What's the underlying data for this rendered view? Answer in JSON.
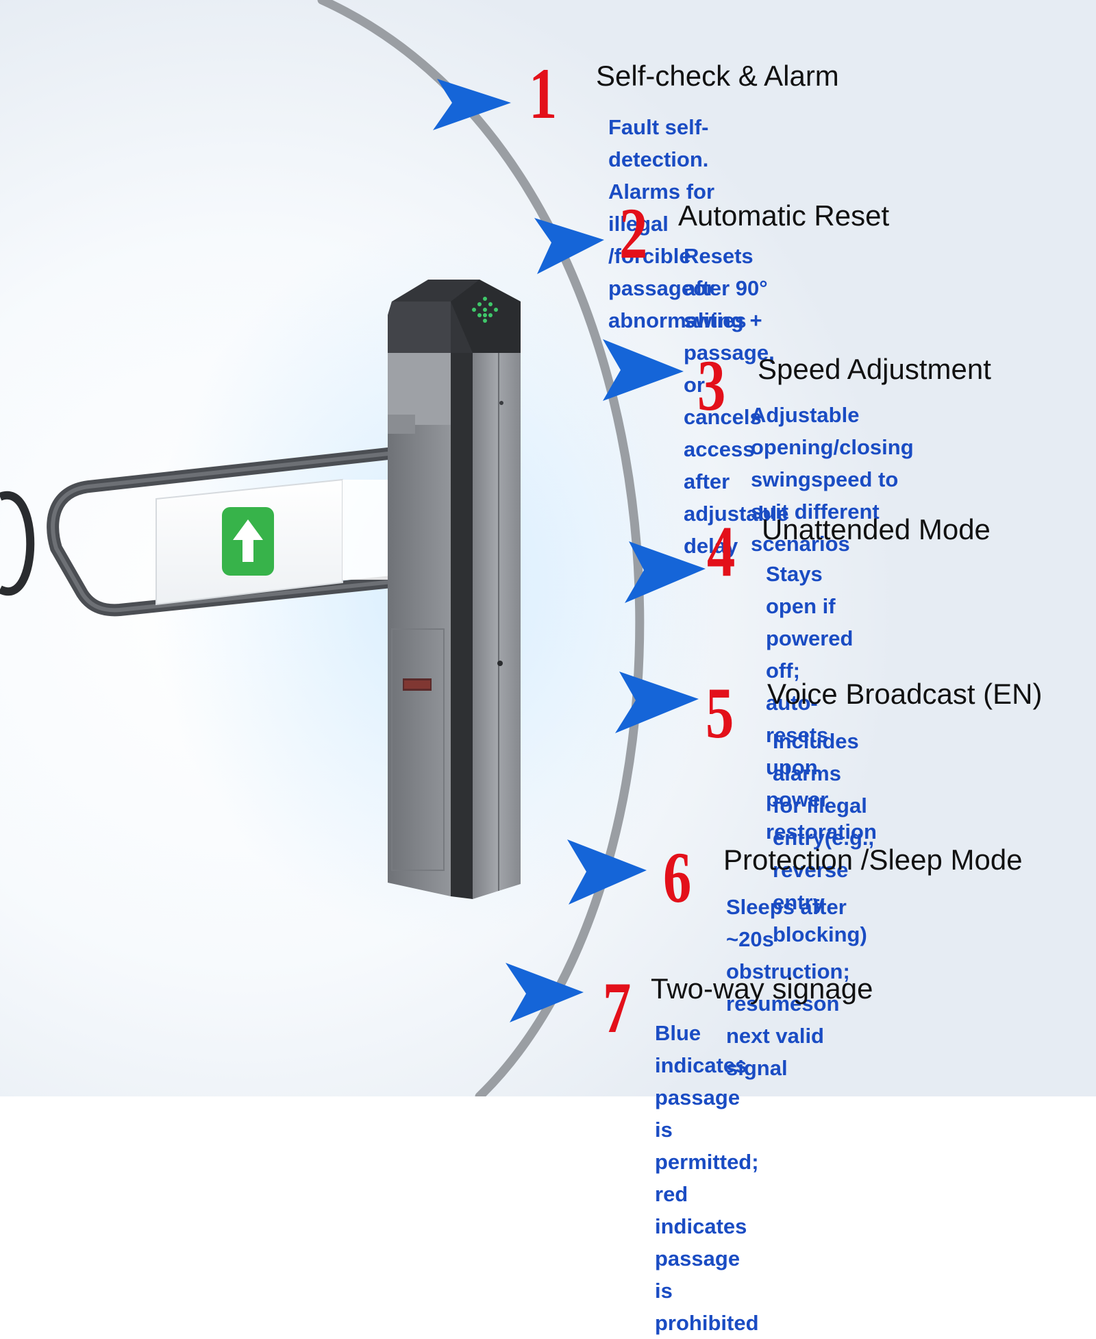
{
  "features": [
    {
      "number": "1",
      "title": "Self-check & Alarm",
      "description": "Fault self-detection. Alarms for illegal\n/forcible passageor abnormalities"
    },
    {
      "number": "2",
      "title": "Automatic Reset",
      "description": "Resets after 90°   swing + passage,\nor cancels access after adjustable\n delay"
    },
    {
      "number": "3",
      "title": "Speed Adjustment",
      "description": "Adjustable opening/closing\nswingspeed to suit different\nscenarios"
    },
    {
      "number": "4",
      "title": "Unattended Mode",
      "description": "Stays open if powered off;\nauto-resets upon power\nrestoration"
    },
    {
      "number": "5",
      "title": "Voice Broadcast (EN)",
      "description": "Includes alarms for illegal\nentry(e.g., reverse entry\nblocking)"
    },
    {
      "number": "6",
      "title": "Protection /Sleep Mode",
      "description": "Sleeps after ~20s obstruction;\nresumeson next valid signal"
    },
    {
      "number": "7",
      "title": "Two-way signage",
      "description": "Blue indicates passage is permitted;\n red indicates passage is prohibited"
    }
  ],
  "colors": {
    "number": "#e3101a",
    "title": "#111111",
    "description": "#1a4cc3",
    "pointer": "#1565d8",
    "arc": "#9a9ea3",
    "cabinet_dark": "#2e3033",
    "cabinet_steel": "#8e9196",
    "direction_sign": "#37b34a"
  },
  "icons": {
    "pointer": "blue-triangle-pointer-icon",
    "gate_direction": "green-up-arrow-icon",
    "top_indicator": "green-arrow-matrix-icon"
  }
}
